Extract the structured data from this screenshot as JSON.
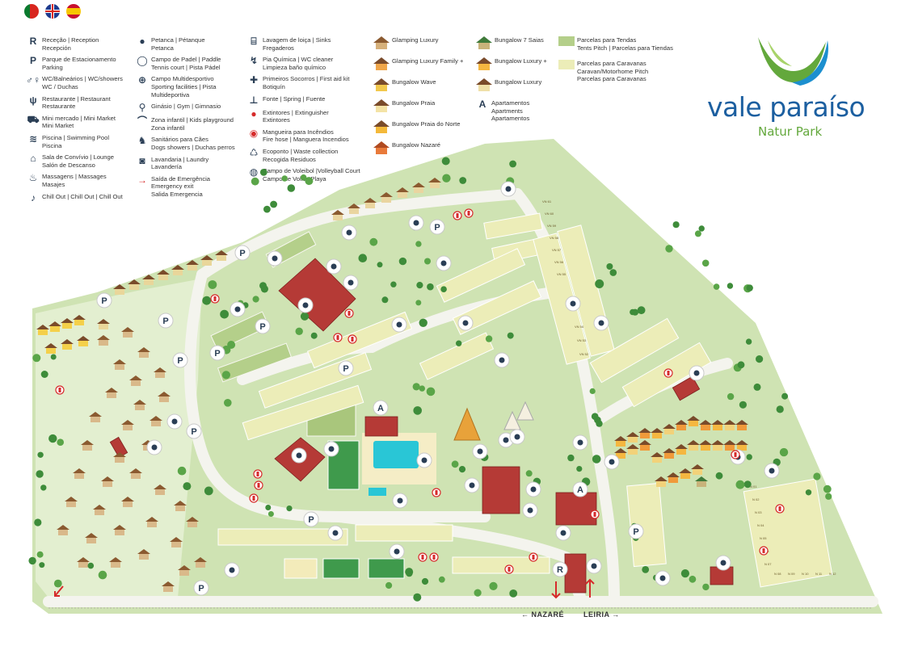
{
  "languages": [
    {
      "code": "pt",
      "name": "flag-portugal"
    },
    {
      "code": "en",
      "name": "flag-uk"
    },
    {
      "code": "es",
      "name": "flag-spain"
    }
  ],
  "legend": {
    "col1": [
      {
        "icon": "R",
        "text": "Receção | Reception\nRecepción"
      },
      {
        "icon": "P",
        "text": "Parque de Estacionamento\nParking"
      },
      {
        "icon": "wc",
        "text": "WC/Balneários | WC/showers\nWC / Duchas"
      },
      {
        "icon": "restaurant",
        "text": "Restaurante | Restaurant\nRestaurante"
      },
      {
        "icon": "cart",
        "text": "Mini mercado | Mini Market\nMini Market"
      },
      {
        "icon": "pool",
        "text": "Piscina | Swimming Pool\nPiscina"
      },
      {
        "icon": "lounge",
        "text": "Sala de Convívio | Lounge\nSalón de Descanso"
      },
      {
        "icon": "massage",
        "text": "Massagens | Massages\nMasajes"
      },
      {
        "icon": "chillout",
        "text": "Chill Out | Chill Out | Chill Out"
      }
    ],
    "col2": [
      {
        "icon": "petanque",
        "text": "Petanca | Pétanque\nPetanca"
      },
      {
        "icon": "padel",
        "text": "Campo de Padel | Paddle\nTennis court | Pista Pádel"
      },
      {
        "icon": "sports",
        "text": "Campo Multidesportivo\nSporting facilities | Pista\nMultideportiva"
      },
      {
        "icon": "gym",
        "text": "Ginásio | Gym | Gimnasio"
      },
      {
        "icon": "playground",
        "text": "Zona infantil | Kids playground\nZona infantil"
      },
      {
        "icon": "dog",
        "text": "Sanitários para Cães\nDogs showers | Duchas perros"
      },
      {
        "icon": "laundry",
        "text": "Lavandaria | Laundry\nLavandería"
      },
      {
        "icon": "exit",
        "text": "Saída de Emergência\nEmergency exit\nSalida Emergencia"
      }
    ],
    "col3": [
      {
        "icon": "sinks",
        "text": "Lavagem de loiça | Sinks\nFregaderos"
      },
      {
        "icon": "chemical",
        "text": "Pia Química | WC cleaner\nLimpieza baño químico"
      },
      {
        "icon": "firstaid",
        "text": "Primeiros Socorros | First aid kit\nBotiquín"
      },
      {
        "icon": "spring",
        "text": "Fonte | Spring | Fuente"
      },
      {
        "icon": "extinguisher",
        "text": "Extintores | Extinguisher\nExtintores"
      },
      {
        "icon": "firehose",
        "text": "Mangueira para Incêndios\nFire hose | Manguera Incendios"
      },
      {
        "icon": "recycle",
        "text": "Ecoponto | Waste collection\nRecogida Residuos"
      },
      {
        "icon": "volley",
        "text": "Campo de Voleibol |Volleyball Court\nCampo de Volley Playa"
      }
    ],
    "col4": [
      {
        "icon": "house-brown",
        "text": "Glamping Luxury"
      },
      {
        "icon": "house-orange",
        "text": "Glamping Luxury Family +"
      },
      {
        "icon": "house-yellow",
        "text": "Bungalow Wave"
      },
      {
        "icon": "house-cream",
        "text": "Bungalow Praia"
      },
      {
        "icon": "house-gold",
        "text": "Bungalow Praia do Norte"
      },
      {
        "icon": "house-red",
        "text": "Bungalow Nazaré"
      }
    ],
    "col5": [
      {
        "icon": "house-green",
        "text": "Bungalow 7 Saias"
      },
      {
        "icon": "house-amber",
        "text": "Bungalow Luxury +"
      },
      {
        "icon": "house-beige",
        "text": "Bungalow Luxury"
      },
      {
        "icon": "A",
        "text": "Apartamentos\nApartments\nApartamentos"
      }
    ],
    "col6": [
      {
        "icon": "swatch-green",
        "text": "Parcelas para Tendas\nTents Pitch | Parcelas para Tiendas"
      },
      {
        "icon": "swatch-yellow",
        "text": "Parcelas para Caravanas\nCaravan/Motorhome Pitch\nParcelas para Caravanas"
      }
    ]
  },
  "brand": {
    "title": "vale paraíso",
    "subtitle": "Natur Park"
  },
  "map_labels": {
    "reception": "R",
    "apartments": "A",
    "parking": "P",
    "pitches": [
      "VN 61",
      "VN 60",
      "VN 59",
      "VN 58",
      "VN 57",
      "VN 56",
      "VN 55",
      "VN 54",
      "VN 53",
      "VN 52",
      "N 01",
      "N 02",
      "N 03",
      "N 04",
      "N 05",
      "N 06",
      "N 07",
      "N 08",
      "N 09",
      "N 10",
      "N 11",
      "N 12"
    ]
  },
  "roads": {
    "left": "NAZARÉ",
    "right": "LEIRIA"
  },
  "colors": {
    "grass": "#cfe3b3",
    "light_grass": "#e3efd0",
    "road": "#f4f4ee",
    "tent_pitch": "#b4cf8a",
    "caravan_pitch": "#ecedb8",
    "building_roof": "#b53a36",
    "pool": "#29c6d6",
    "court": "#3f9a4c",
    "tree": "#3e8c3a",
    "poi": "#ffffff",
    "poi_text": "#2a3e55",
    "brand_blue": "#1c5fa0",
    "brand_green": "#63a83c"
  }
}
